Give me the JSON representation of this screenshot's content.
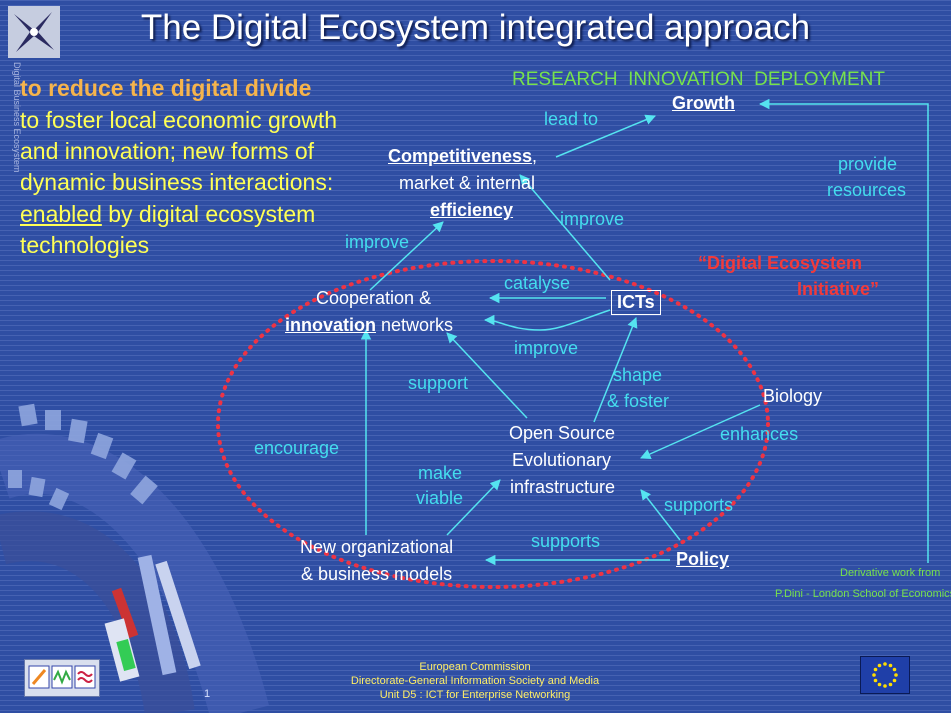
{
  "title": "The Digital Ecosystem integrated approach",
  "intro": {
    "line1": "to reduce the digital divide",
    "line2": "to foster local economic growth",
    "line3": "and innovation; new forms of",
    "line4": "dynamic business interactions:",
    "line5_underlined": "enabled",
    "line5_rest": " by digital ecosystem",
    "line6": "technologies"
  },
  "logo_vertical_text": "Digital Business Ecosystem",
  "header_right": "RESEARCH  INNOVATION  DEPLOYMENT",
  "nodes": {
    "growth": "Growth",
    "competitiveness": "Competitiveness",
    "competitiveness_comma": ",",
    "market": "market & internal",
    "efficiency": "efficiency",
    "cooperation": "Cooperation &",
    "innovation": "innovation",
    "networks": " networks",
    "icts": "ICTs",
    "biology": "Biology",
    "oss1": "Open Source",
    "oss2": "Evolutionary",
    "oss3": "infrastructure",
    "neworg1": "New organizational",
    "neworg2": "& business models",
    "policy": "Policy"
  },
  "edges": {
    "lead_to": "lead to",
    "provide1": "provide",
    "provide2": "resources",
    "improve_top_right": "improve",
    "improve_left": "improve",
    "catalyse": "catalyse",
    "improve_mid": "improve",
    "support": "support",
    "shape": "shape",
    "foster": "& foster",
    "enhances": "enhances",
    "encourage": "encourage",
    "make": "make",
    "viable": "viable",
    "supports_right": "supports",
    "supports_bottom": "supports"
  },
  "initiative": {
    "line1": "“Digital Ecosystem",
    "line2": "Initiative”"
  },
  "credit": {
    "line1": "Derivative work from",
    "line2": "P.Dini - London School of Economics"
  },
  "footer": {
    "line1": "European Commission",
    "line2": "Directorate-General Information Society and Media",
    "line3": "Unit D5 : ICT for Enterprise Networking",
    "page_number": "1"
  },
  "colors": {
    "background": "#2f4ea3",
    "highlight_yellow": "#ffff55",
    "highlight_orange": "#f6b44c",
    "arrow_cyan": "#44ddee",
    "header_green": "#77e24c",
    "initiative_red": "#f23a3a"
  }
}
